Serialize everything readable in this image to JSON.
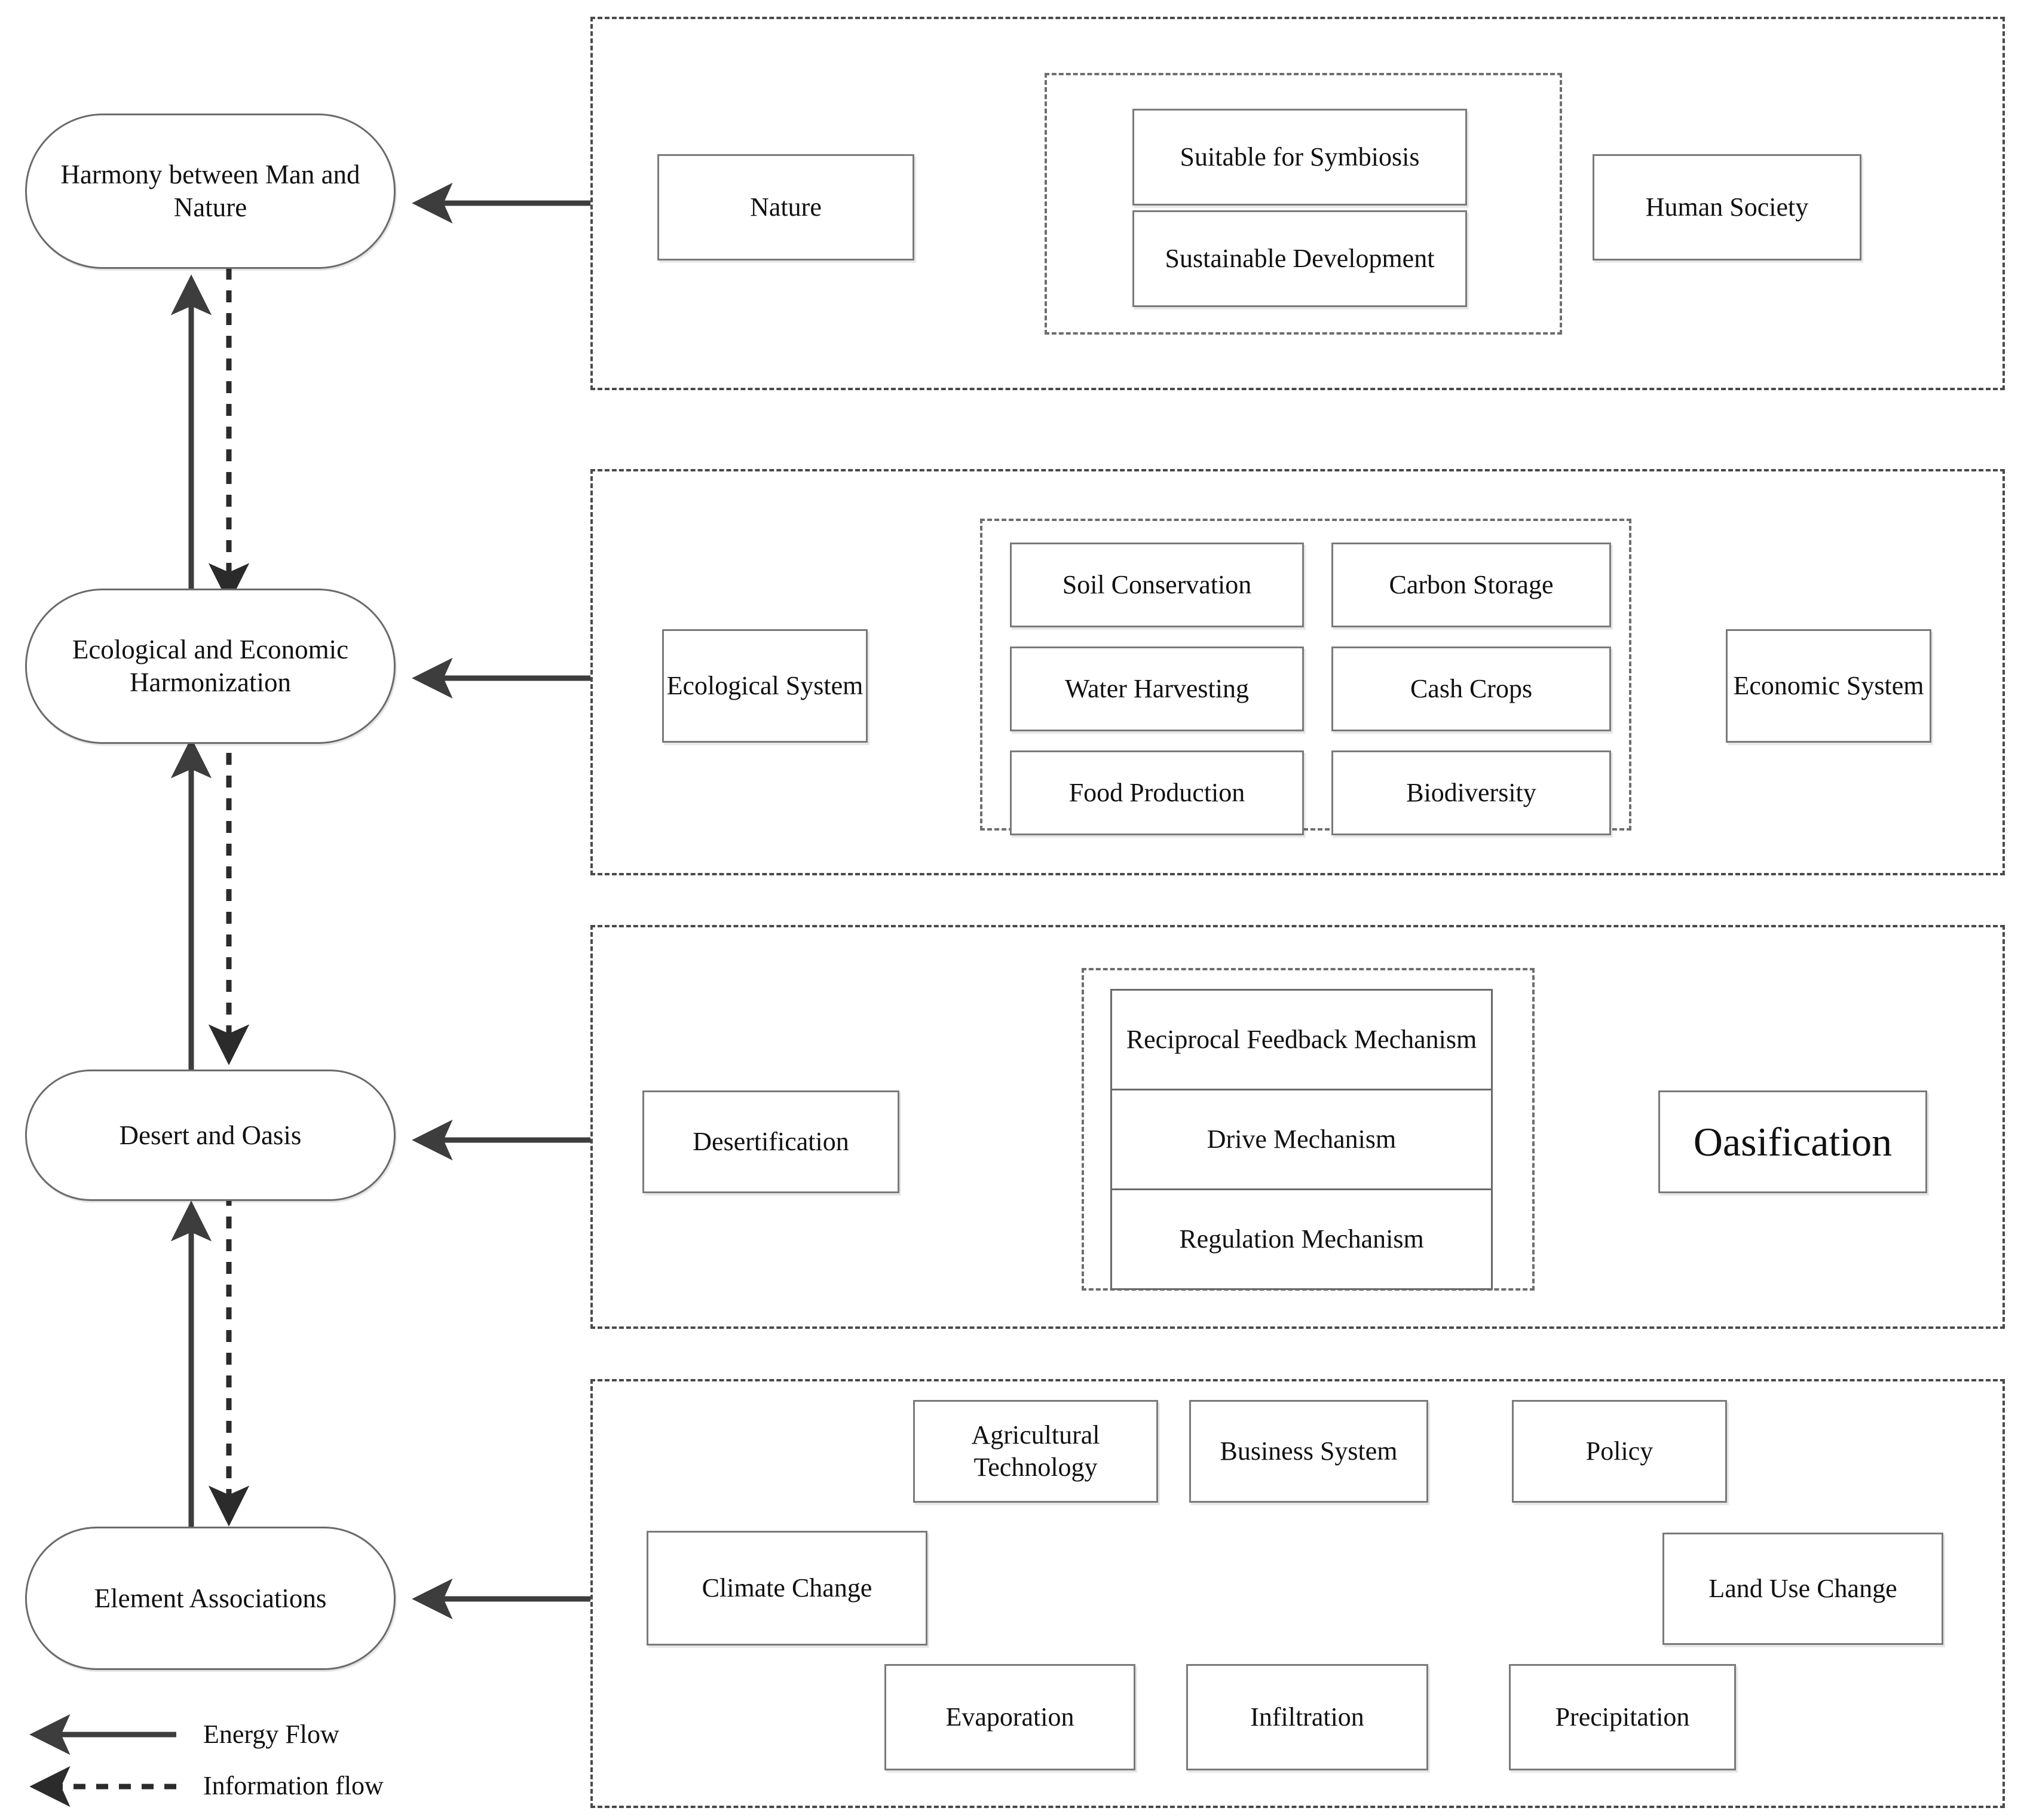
{
  "diagram": {
    "title_nodes": [
      {
        "label": "Harmony between Man and Nature"
      },
      {
        "label": "Ecological and Economic Harmonization"
      },
      {
        "label": "Desert and Oasis"
      },
      {
        "label": "Element Associations"
      }
    ],
    "panels": [
      {
        "name": "man-nature-panel",
        "left_node": "Nature",
        "right_node": "Human Society",
        "middle_items": [
          "Suitable for Symbiosis",
          "Sustainable Development"
        ]
      },
      {
        "name": "eco-econ-panel",
        "left_node": "Ecological System",
        "right_node": "Economic System",
        "middle_items": [
          "Soil Conservation",
          "Carbon Storage",
          "Water Harvesting",
          "Cash Crops",
          "Food Production",
          "Biodiversity"
        ]
      },
      {
        "name": "desert-oasis-panel",
        "left_node": "Desertification",
        "right_node": "Oasification",
        "middle_items": [
          "Reciprocal Feedback Mechanism",
          "Drive Mechanism",
          "Regulation Mechanism"
        ]
      },
      {
        "name": "element-associations-panel",
        "cycle_nodes": [
          "Agricultural Technology",
          "Business System",
          "Policy",
          "Land Use Change",
          "Precipitation",
          "Infiltration",
          "Evaporation",
          "Climate Change"
        ]
      }
    ],
    "legend": {
      "energy_flow": "Energy Flow",
      "information_flow": "Information flow"
    },
    "colors": {
      "stroke": "#3d3d3d",
      "panel_border": "#4a4a4a",
      "box_border": "#7a7a7a",
      "background": "#ffffff"
    }
  }
}
